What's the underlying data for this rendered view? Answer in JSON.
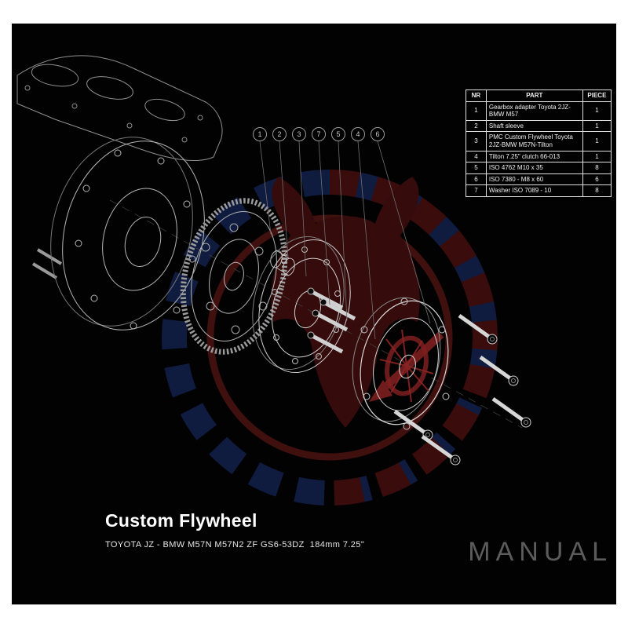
{
  "colors": {
    "panel_bg": "#020202",
    "line_light": "#c9c9c9",
    "line_dim": "#8a8a8a",
    "accent_red": "#7d1f1f",
    "logo_blue": "#101c3f",
    "logo_red": "#3a0c0c"
  },
  "callouts": [
    "1",
    "2",
    "3",
    "7",
    "5",
    "4",
    "6"
  ],
  "parts_table": {
    "headers": {
      "nr": "NR",
      "part": "PART",
      "piece": "PIECE"
    },
    "rows": [
      {
        "nr": "1",
        "part": "Gearbox adapter Toyota 2JZ-BMW M57",
        "piece": "1"
      },
      {
        "nr": "2",
        "part": "Shaft sleeve",
        "piece": "1"
      },
      {
        "nr": "3",
        "part": "PMC Custom Flywheel Toyota 2JZ-BMW M57N-Tilton",
        "piece": "1"
      },
      {
        "nr": "4",
        "part": "Tilton 7.25\" clutch 66-013",
        "piece": "1"
      },
      {
        "nr": "5",
        "part": "ISO 4762 M10 x 35",
        "piece": "8"
      },
      {
        "nr": "6",
        "part": "ISO 7380 - M8 x 60",
        "piece": "6"
      },
      {
        "nr": "7",
        "part": "Washer ISO 7089 - 10",
        "piece": "8"
      }
    ]
  },
  "footer": {
    "title": "Custom Flywheel",
    "subtitle": "TOYOTA JZ - BMW M57N M57N2 ZF GS6-53DZ  184mm 7.25\"",
    "watermark": "MANUAL"
  }
}
